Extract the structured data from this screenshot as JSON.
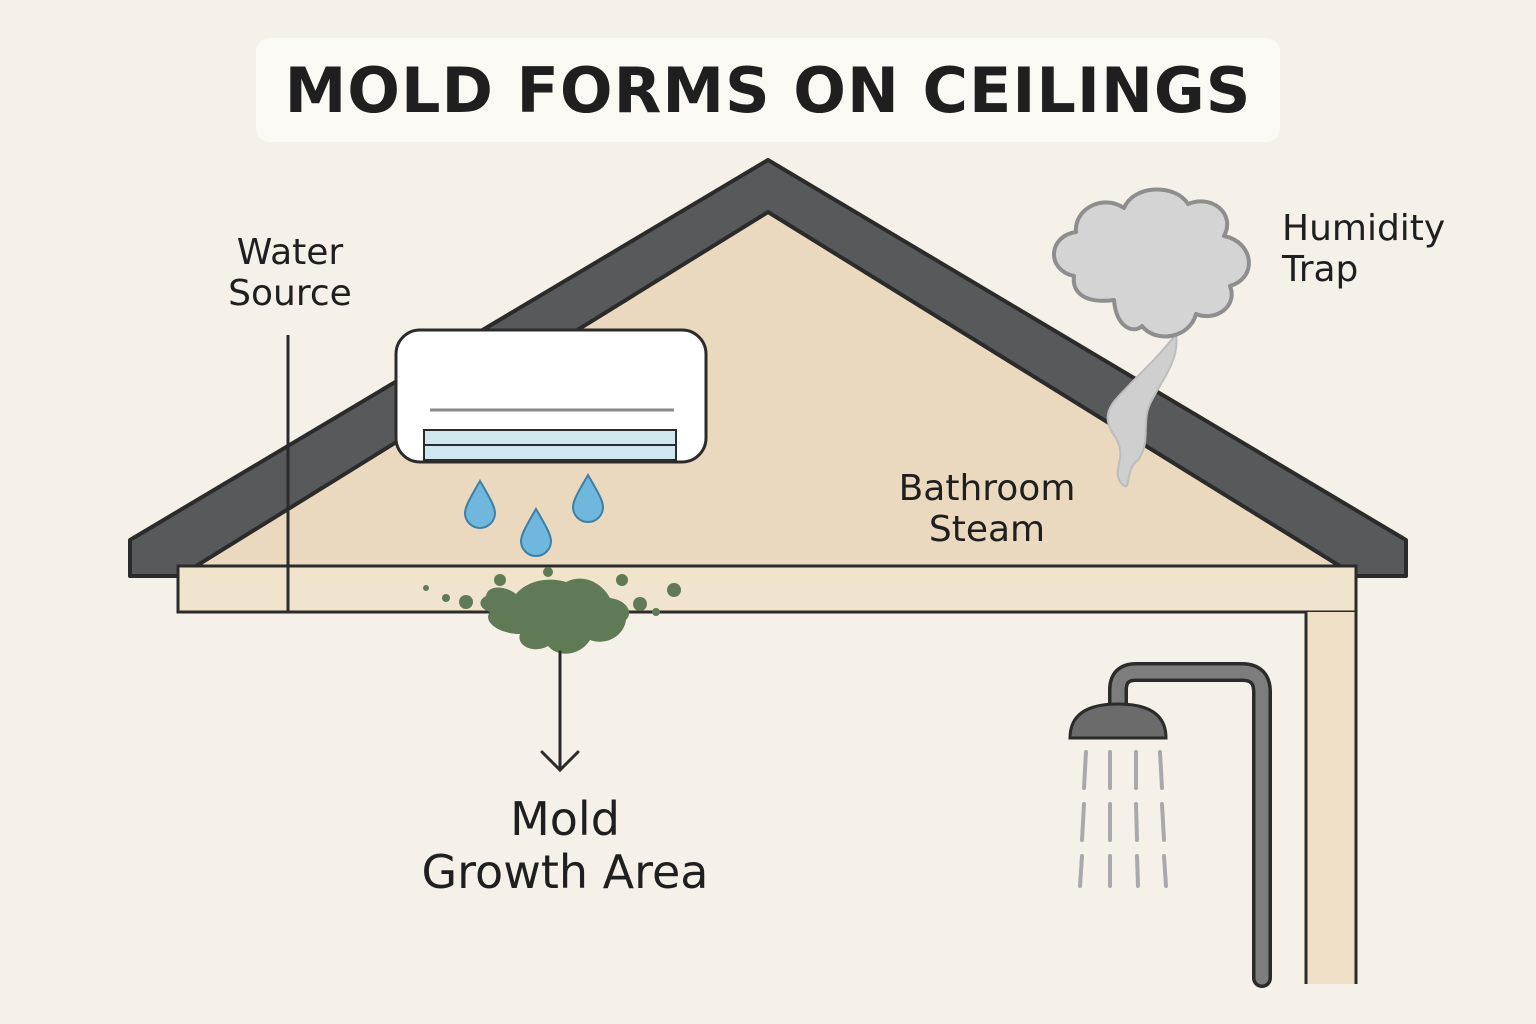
{
  "title": "MOLD FORMS ON CEILINGS",
  "labels": {
    "water_source": [
      "Water",
      "Source"
    ],
    "humidity_trap": [
      "Humidity",
      "Trap"
    ],
    "bathroom_steam": [
      "Bathroom",
      "Steam"
    ],
    "mold_growth_area": [
      "Mold",
      "Growth Area"
    ]
  },
  "colors": {
    "background": "#f5f1e8",
    "roof": "#58595b",
    "attic_fill": "#ead9bf",
    "ceiling_beam": "#f1e4cd",
    "water_drop": "#6fb7dc",
    "mold": "#5f7a55",
    "steam": "#cfcfcf",
    "outline": "#2b2b2b"
  },
  "icons": [
    "air-conditioner-icon",
    "water-drop-icon",
    "steam-cloud-icon",
    "shower-head-icon",
    "mold-stain-icon",
    "arrow-down-icon"
  ]
}
